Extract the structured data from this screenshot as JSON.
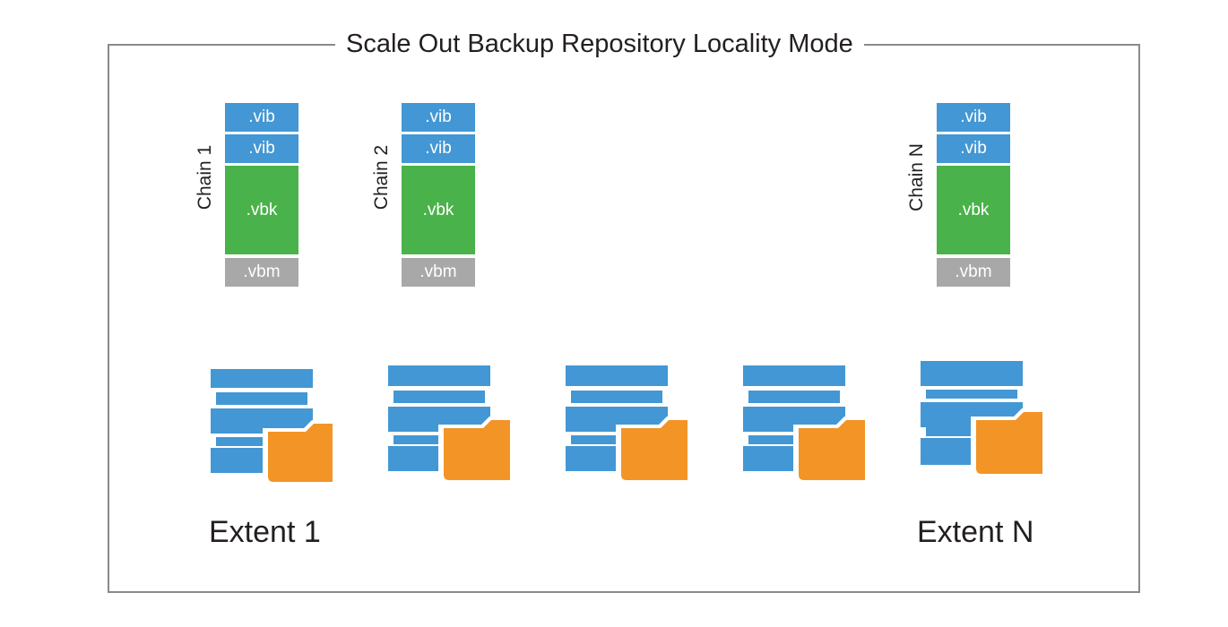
{
  "title": "Scale Out Backup Repository Locality Mode",
  "chains": [
    {
      "label": "Chain 1",
      "files": [
        ".vib",
        ".vib",
        ".vbk",
        ".vbm"
      ]
    },
    {
      "label": "Chain 2",
      "files": [
        ".vib",
        ".vib",
        ".vbk",
        ".vbm"
      ]
    },
    {
      "label": "Chain N",
      "files": [
        ".vib",
        ".vib",
        ".vbk",
        ".vbm"
      ]
    }
  ],
  "extents": [
    {
      "label": "Extent 1",
      "icon": "storage-with-folder-icon"
    },
    {
      "label": "",
      "icon": "storage-with-folder-icon"
    },
    {
      "label": "",
      "icon": "storage-with-folder-icon"
    },
    {
      "label": "",
      "icon": "storage-with-folder-icon"
    },
    {
      "label": "Extent N",
      "icon": "storage-with-folder-icon"
    }
  ],
  "colors": {
    "vib": "#4397d4",
    "vbk": "#4ab24a",
    "vbm": "#a8a8a8",
    "storage": "#4397d4",
    "folder": "#f39426",
    "frame": "#8a8a8a"
  }
}
